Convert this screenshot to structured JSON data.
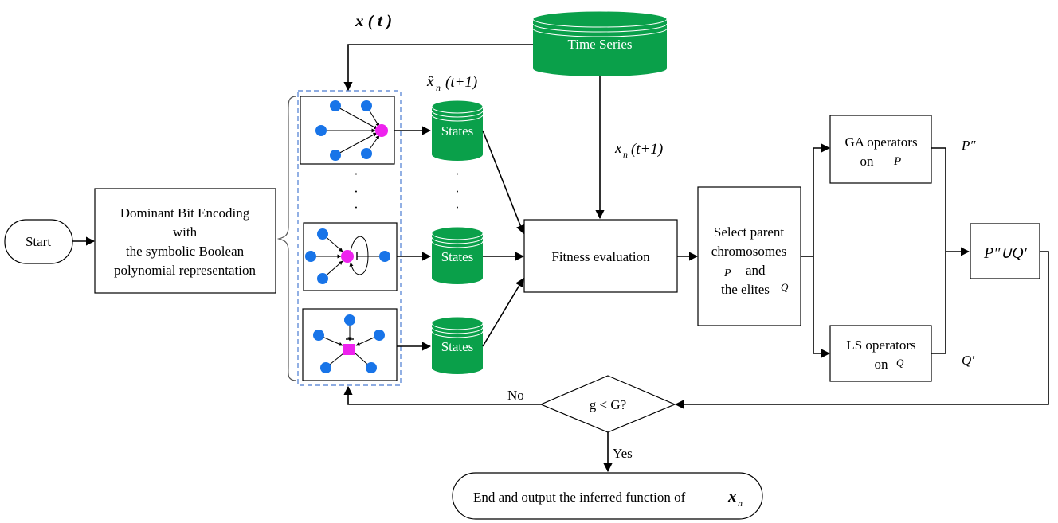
{
  "colors": {
    "cylinder": "#0aa04a",
    "cylinder_dark": "#067a36",
    "node_blue": "#1874e8",
    "node_magenta": "#ee22ee",
    "dashed_border": "#4a7bd1"
  },
  "nodes": {
    "start": "Start",
    "encoding": [
      "Dominant Bit Encoding",
      "with",
      "the symbolic Boolean",
      "polynomial representation"
    ],
    "time_series": "Time Series",
    "states": [
      "States",
      "States",
      "States"
    ],
    "fitness": "Fitness evaluation",
    "select": [
      "Select parent",
      "chromosomes",
      "P",
      "and",
      "the elites",
      "Q"
    ],
    "ga": [
      "GA operators",
      "on",
      "P"
    ],
    "ls": [
      "LS operators",
      "on",
      "Q"
    ],
    "union": "P″∪Q′",
    "decision": "g < G?",
    "end": "End and output the inferred function of",
    "end_var": "x",
    "end_var_sub": "n"
  },
  "labels": {
    "x_t": "x ( t )",
    "xhat": "x̂",
    "xhat_sub": "n",
    "xhat_arg": "(t+1)",
    "xn": "x",
    "xn_sub": "n",
    "xn_arg": "(t+1)",
    "p_double": "P″",
    "q_prime": "Q′",
    "no": "No",
    "yes": "Yes",
    "dots": "·"
  }
}
